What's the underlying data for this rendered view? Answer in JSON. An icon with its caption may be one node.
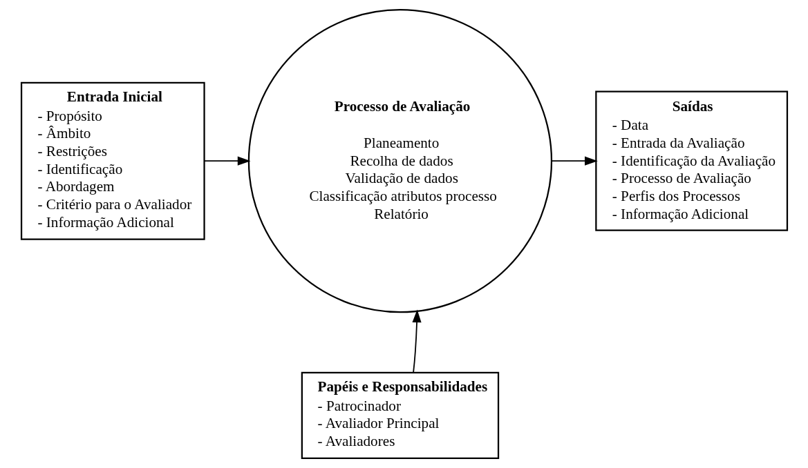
{
  "diagram": {
    "nodes": [
      {
        "text": [
          "Entrada Inicial",
          "- Propósito",
          "- Âmbito",
          "- Restrições",
          "- Identificação",
          "- Abordagem",
          "- Critério para o Avaliador",
          "- Informação Adicional"
        ]
      },
      {
        "text": [
          "Processo de Avaliação",
          "Planeamento",
          "Recolha de dados",
          "Validação de dados",
          "Classificação atributos processo",
          "Relatório"
        ]
      },
      {
        "text": [
          "Saídas",
          "- Data",
          "- Entrada da Avaliação",
          "- Identificação da Avaliação",
          "- Processo de Avaliação",
          "- Perfis dos Processos",
          "- Informação Adicional"
        ]
      },
      {
        "text": [
          "Papéis e Responsabilidades",
          "- Patrocinador",
          "- Avaliador Principal",
          "- Avaliadores"
        ]
      }
    ],
    "edges": [
      {
        "from": 0,
        "to": 1,
        "arrow": "to"
      },
      {
        "from": 1,
        "to": 2,
        "arrow": "to"
      },
      {
        "from": 3,
        "to": 1,
        "arrow": "to"
      }
    ]
  }
}
